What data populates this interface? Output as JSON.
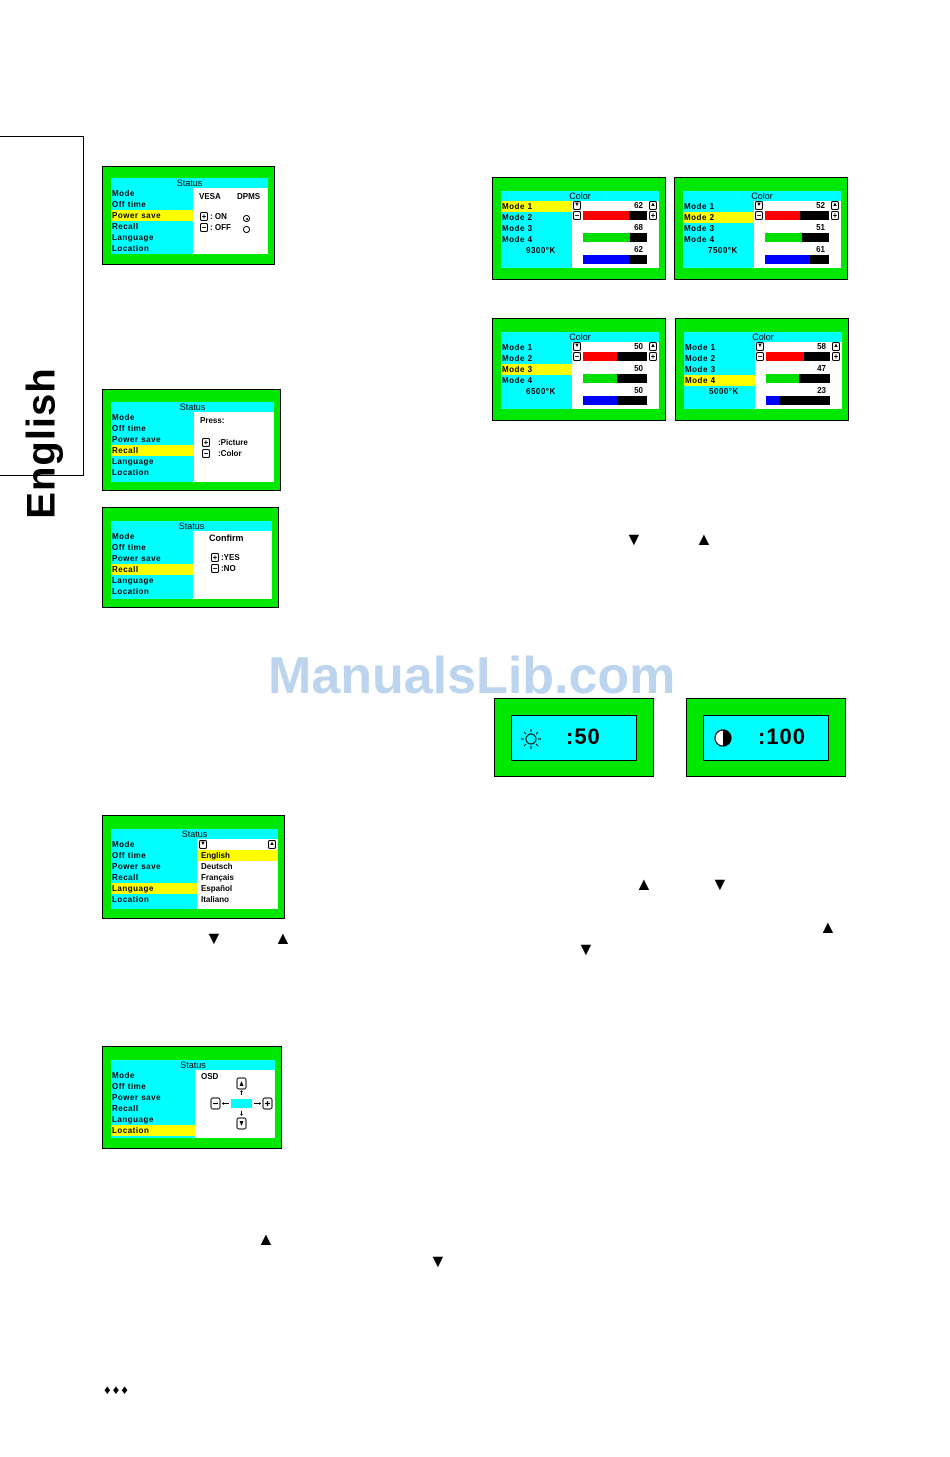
{
  "sidebar": {
    "language_label": "English"
  },
  "osd_status_menu": {
    "title": "Status",
    "items": [
      "Mode",
      "Off time",
      "Power save",
      "Recall",
      "Language",
      "Location"
    ]
  },
  "osd_power_save": {
    "selected": "Power save",
    "col1": "VESA",
    "col2": "DPMS",
    "on_label": ": ON",
    "off_label": ": OFF",
    "plus_icon": "+",
    "minus_icon": "−"
  },
  "osd_recall_press": {
    "selected": "Recall",
    "press": "Press:",
    "picture": ":Picture",
    "color": ":Color"
  },
  "osd_recall_confirm": {
    "selected": "Recall",
    "confirm": "Confirm",
    "yes": ":YES",
    "no": ":NO"
  },
  "osd_color": {
    "title": "Color",
    "modes": [
      "Mode 1",
      "Mode 2",
      "Mode 3",
      "Mode 4"
    ],
    "panels": [
      {
        "selected": 0,
        "values": [
          "62",
          "68",
          "62"
        ],
        "temp": "9300°K",
        "fills": [
          0.72,
          0.73,
          0.72
        ]
      },
      {
        "selected": 1,
        "values": [
          "52",
          "51",
          "61"
        ],
        "temp": "7500°K",
        "fills": [
          0.55,
          0.58,
          0.7
        ]
      },
      {
        "selected": 2,
        "values": [
          "50",
          "50",
          "50"
        ],
        "temp": "6500°K",
        "fills": [
          0.53,
          0.53,
          0.53
        ]
      },
      {
        "selected": 3,
        "values": [
          "58",
          "47",
          "23"
        ],
        "temp": "5000°K",
        "fills": [
          0.6,
          0.52,
          0.22
        ]
      }
    ],
    "colors": {
      "red": "#ff0000",
      "green": "#00dd00",
      "blue": "#0000ff"
    }
  },
  "osd_brightness": {
    "icon": "sun-icon",
    "value": ":50"
  },
  "osd_contrast": {
    "icon": "contrast-icon",
    "value": ":100"
  },
  "osd_language": {
    "selected": "Language",
    "languages": [
      "English",
      "Deutsch",
      "Français",
      "Español",
      "Italiano"
    ]
  },
  "osd_location": {
    "selected": "Location",
    "label": "OSD"
  },
  "arrows": {
    "down": "▼",
    "up": "▲"
  },
  "watermark": "ManualsLib.com",
  "footer_marks": "♦♦♦",
  "theme": {
    "green": "#00e800",
    "cyan": "#00ffff",
    "highlight": "#ffff00"
  }
}
